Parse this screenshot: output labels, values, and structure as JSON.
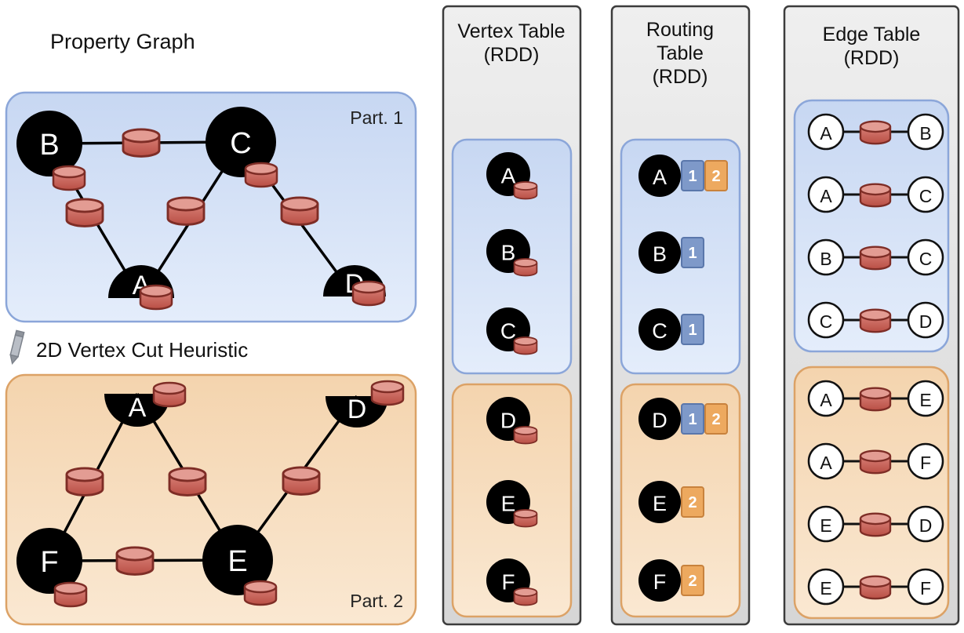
{
  "titles": {
    "property_graph": "Property Graph",
    "heuristic": "2D Vertex Cut Heuristic"
  },
  "partition_labels": {
    "part1": "Part. 1",
    "part2": "Part. 2"
  },
  "property_graph": {
    "part1_nodes": [
      {
        "label": "B"
      },
      {
        "label": "C"
      },
      {
        "label": "A"
      },
      {
        "label": "D"
      }
    ],
    "part2_nodes": [
      {
        "label": "A"
      },
      {
        "label": "D"
      },
      {
        "label": "F"
      },
      {
        "label": "E"
      }
    ]
  },
  "vertex_table": {
    "title1": "Vertex Table",
    "title2": "(RDD)",
    "part1": [
      {
        "label": "A"
      },
      {
        "label": "B"
      },
      {
        "label": "C"
      }
    ],
    "part2": [
      {
        "label": "D"
      },
      {
        "label": "E"
      },
      {
        "label": "F"
      }
    ]
  },
  "routing_table": {
    "title1": "Routing",
    "title2": "Table",
    "title3": "(RDD)",
    "part1": [
      {
        "label": "A",
        "r1": "1",
        "r2": "2"
      },
      {
        "label": "B",
        "r1": "1"
      },
      {
        "label": "C",
        "r1": "1"
      }
    ],
    "part2": [
      {
        "label": "D",
        "r1": "1",
        "r2": "2"
      },
      {
        "label": "E",
        "r2": "2"
      },
      {
        "label": "F",
        "r2": "2"
      }
    ]
  },
  "edge_table": {
    "title1": "Edge Table",
    "title2": "(RDD)",
    "part1": [
      {
        "src": "A",
        "dst": "B"
      },
      {
        "src": "A",
        "dst": "C"
      },
      {
        "src": "B",
        "dst": "C"
      },
      {
        "src": "C",
        "dst": "D"
      }
    ],
    "part2": [
      {
        "src": "A",
        "dst": "E"
      },
      {
        "src": "A",
        "dst": "F"
      },
      {
        "src": "E",
        "dst": "D"
      },
      {
        "src": "E",
        "dst": "F"
      }
    ]
  },
  "colors": {
    "partition1_border": "#8ba6d9",
    "partition1_fill": "#d5e2f7",
    "partition2_border": "#dca266",
    "partition2_fill": "#f7ddbf",
    "cylinder_fill": "#cd6a60",
    "cylinder_border": "#7e2d26",
    "routing_slot_blue": "#7e99c9",
    "routing_slot_orange": "#eda95f",
    "panel_background": "#e3e3e3",
    "node_fill": "#000000"
  }
}
